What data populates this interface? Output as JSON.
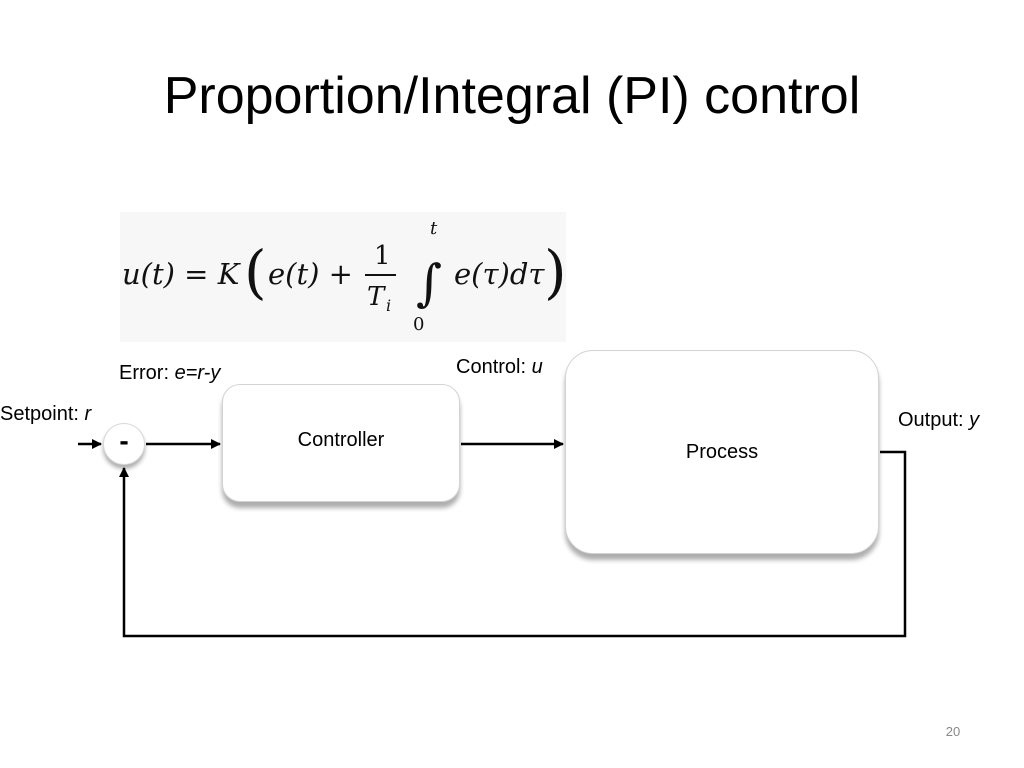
{
  "slide": {
    "title": "Proportion/Integral (PI) control",
    "page_number": "20"
  },
  "formula": {
    "lhs": "u(t) = K",
    "e_t": "e(t) +",
    "frac_num": "1",
    "frac_den": "T",
    "frac_den_sub": "i",
    "integral_sign": "∫",
    "upper_limit": "t",
    "lower_limit": "0",
    "integrand": "e(τ)dτ",
    "open_paren": "(",
    "close_paren": ")"
  },
  "diagram": {
    "setpoint_label": "Setpoint: ",
    "setpoint_var": "r",
    "error_label": "Error: ",
    "error_expr": "e=r-y",
    "control_label": "Control: ",
    "control_var": "u",
    "output_label": "Output: ",
    "output_var": "y",
    "controller_label": "Controller",
    "process_label": "Process",
    "sum_sign": "-"
  }
}
